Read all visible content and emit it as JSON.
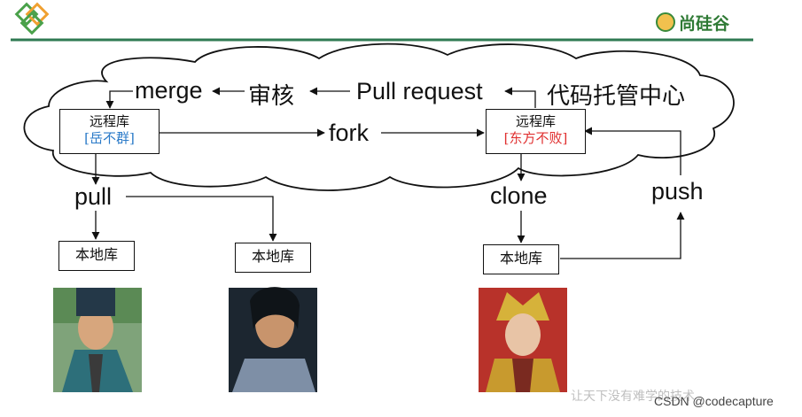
{
  "header": {
    "brand_text": "尚硅谷",
    "accent_color": "#3a8a3a"
  },
  "cloud": {
    "title": "代码托管中心",
    "labels": {
      "merge": "merge",
      "review": "审核",
      "pull_request": "Pull request",
      "fork": "fork"
    }
  },
  "repos": {
    "left": {
      "title": "远程库",
      "owner": "[岳不群]",
      "owner_color": "#2a7ac8"
    },
    "right": {
      "title": "远程库",
      "owner": "[东方不败]",
      "owner_color": "#e03030"
    }
  },
  "actions": {
    "pull": "pull",
    "clone": "clone",
    "push": "push"
  },
  "local_repos": [
    "本地库",
    "本地库",
    "本地库"
  ],
  "portraits": [
    "portrait-swordsman-teal-robe",
    "portrait-swordsman-dark",
    "portrait-woman-golden-headdress"
  ],
  "footer": {
    "watermark": "让天下没有难学的技术",
    "credit": "CSDN @codecapture"
  }
}
